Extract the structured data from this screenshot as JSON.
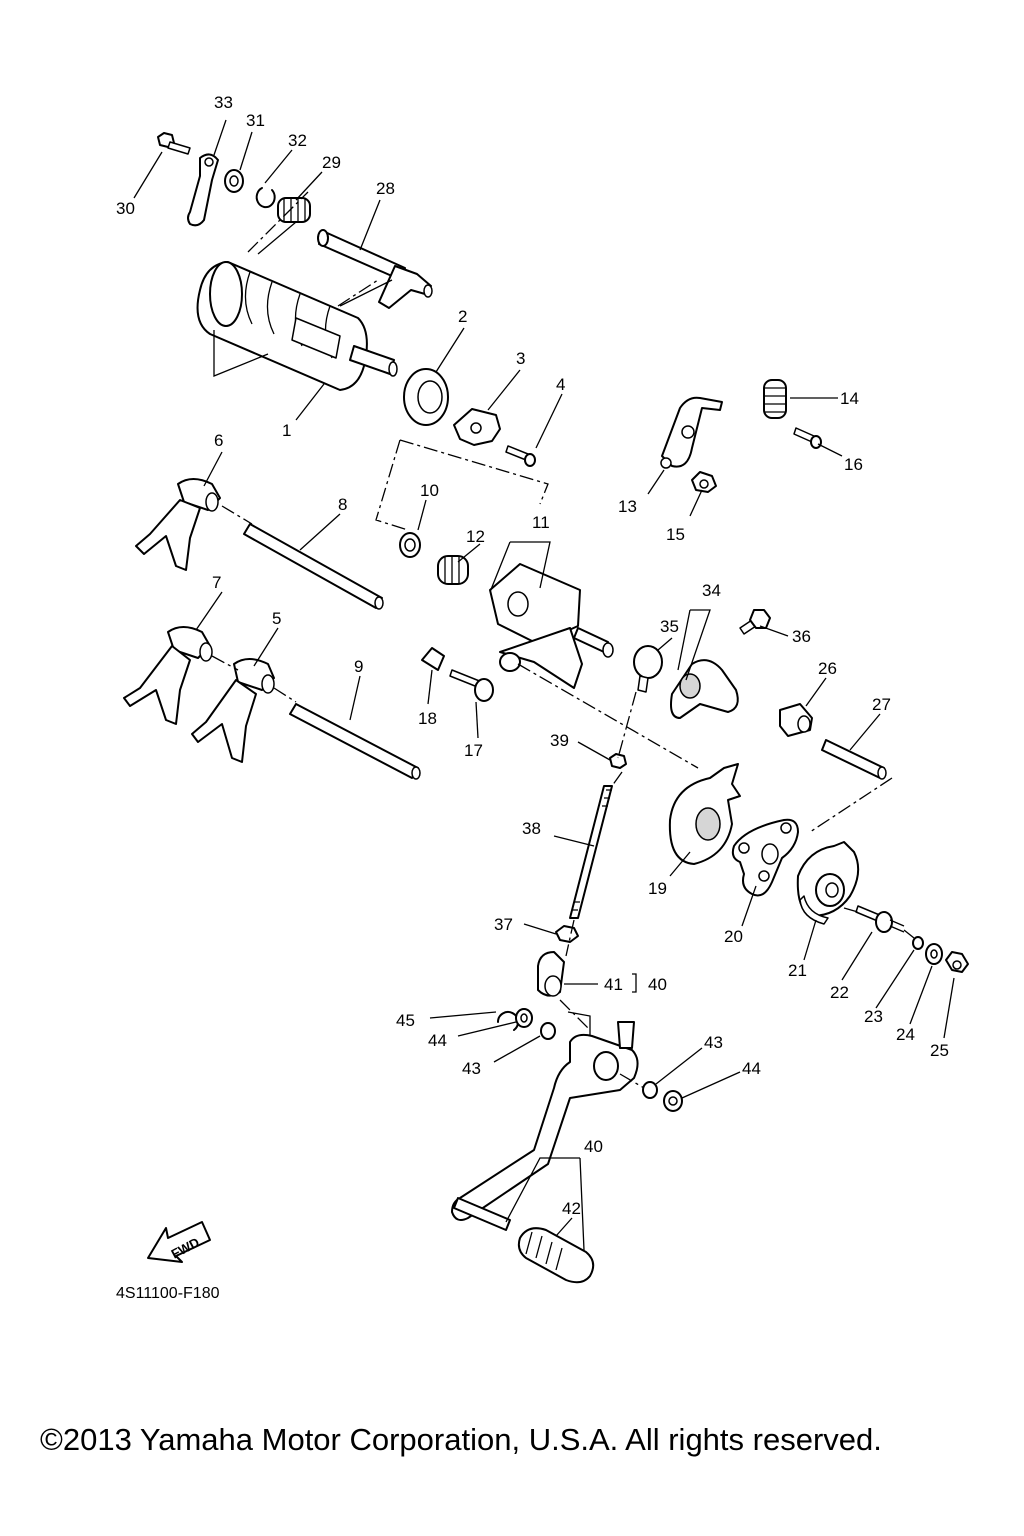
{
  "diagram": {
    "part_callouts": [
      "1",
      "2",
      "3",
      "4",
      "5",
      "6",
      "7",
      "8",
      "9",
      "10",
      "11",
      "12",
      "13",
      "14",
      "15",
      "16",
      "17",
      "18",
      "19",
      "20",
      "21",
      "22",
      "23",
      "24",
      "25",
      "26",
      "27",
      "28",
      "29",
      "30",
      "31",
      "32",
      "33",
      "34",
      "35",
      "36",
      "37",
      "38",
      "39",
      "40",
      "41",
      "42",
      "43",
      "44",
      "45"
    ],
    "repeat_callouts": {
      "c40b": "40",
      "c43b": "43",
      "c44b": "44"
    },
    "direction_label": "FWD",
    "reference_code": "4S11100-F180"
  },
  "footer": {
    "copyright": "©2013 Yamaha Motor Corporation, U.S.A. All rights reserved."
  }
}
